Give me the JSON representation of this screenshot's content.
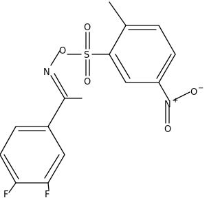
{
  "molecule": {
    "atom_labels": {
      "sulfur": "S",
      "sulfonyl_oxygen_top": "O",
      "sulfonyl_oxygen_bottom": "O",
      "ester_oxygen": "O",
      "imine_nitrogen": "N",
      "nitro_nitrogen": "N",
      "nitro_oxygen_double": "O",
      "nitro_oxygen_single": "O",
      "fluorine_para": "F",
      "fluorine_meta": "F"
    },
    "charges": {
      "nitro_nitrogen": "+",
      "nitro_oxygen_single": "−"
    }
  }
}
